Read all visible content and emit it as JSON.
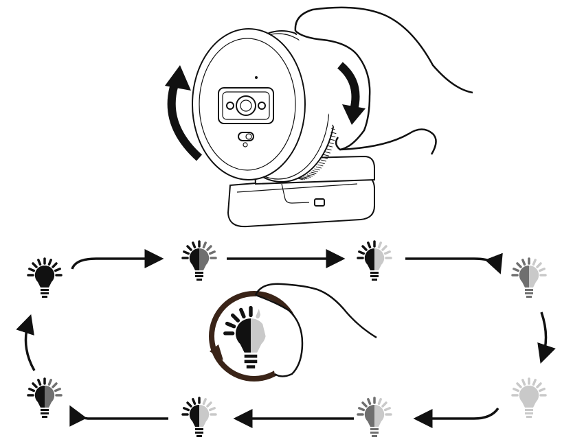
{
  "diagram": {
    "colors": {
      "ink": "#111111",
      "dark": "#111111",
      "mid": "#6f6f6f",
      "light": "#c9c9c9",
      "ring": "#3a2418",
      "background": "#ffffff"
    },
    "cycle_levels": [
      {
        "step": 1,
        "brightness": "full"
      },
      {
        "step": 2,
        "brightness": "high"
      },
      {
        "step": 3,
        "brightness": "half"
      },
      {
        "step": 4,
        "brightness": "low"
      },
      {
        "step": 5,
        "brightness": "off"
      },
      {
        "step": 6,
        "brightness": "low"
      },
      {
        "step": 7,
        "brightness": "half"
      },
      {
        "step": 8,
        "brightness": "high"
      }
    ],
    "icons": [
      "webcam-illustration",
      "hand-icon",
      "rotate-arrow-icon",
      "light-bulb-icon",
      "dial-icon"
    ]
  }
}
